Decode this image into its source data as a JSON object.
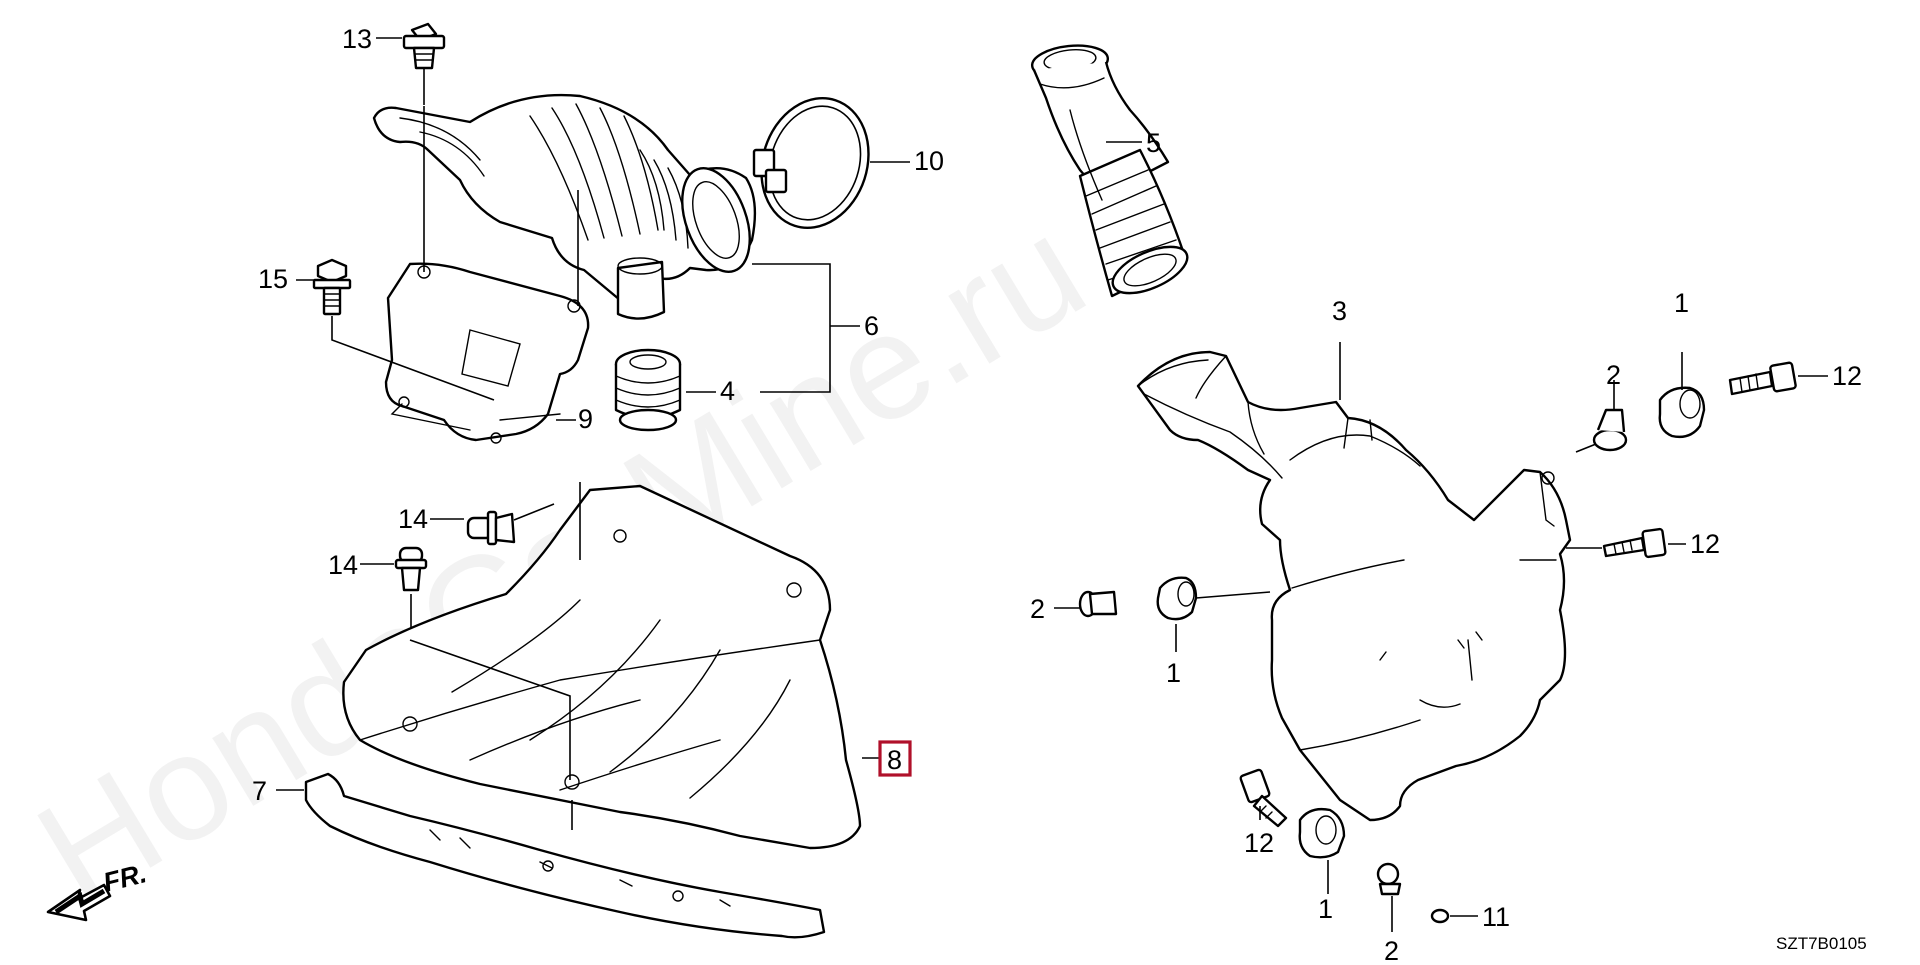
{
  "watermark": "HondaCarMine.ru",
  "diagram_code": "SZT7B0105",
  "front_label": "FR.",
  "highlight_color": "#b0102a",
  "callouts": {
    "c1a": "1",
    "c1b": "1",
    "c1c": "1",
    "c2a": "2",
    "c2b": "2",
    "c2c": "2",
    "c3": "3",
    "c4": "4",
    "c5": "5",
    "c6": "6",
    "c7": "7",
    "c8": "8",
    "c9": "9",
    "c10": "10",
    "c11": "11",
    "c12a": "12",
    "c12b": "12",
    "c12c": "12",
    "c13": "13",
    "c14a": "14",
    "c14b": "14",
    "c15": "15"
  }
}
